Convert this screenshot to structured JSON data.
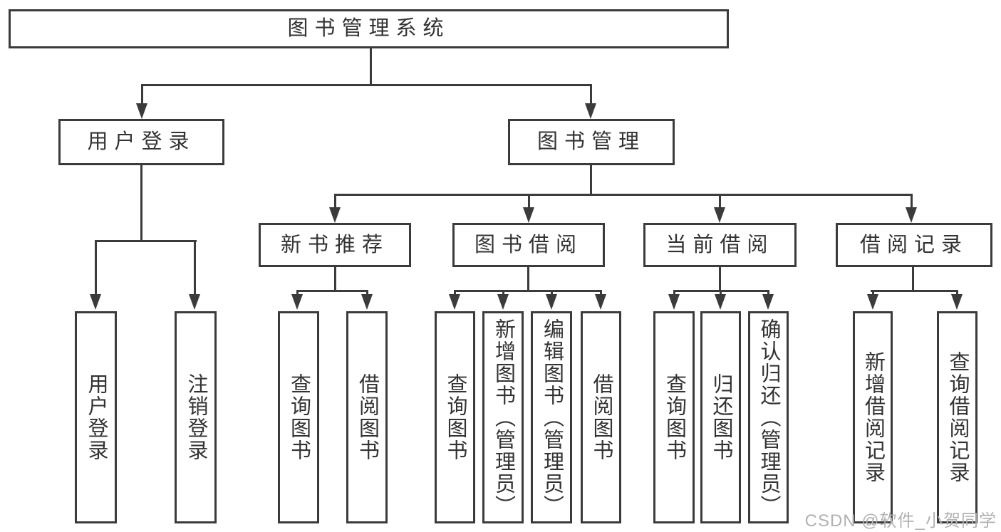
{
  "tree": {
    "root": "图书管理系统",
    "branches": [
      {
        "label": "用户登录",
        "children": [
          "用户登录",
          "注销登录"
        ]
      },
      {
        "label": "图书管理",
        "groups": [
          {
            "label": "新书推荐",
            "children": [
              "查询图书",
              "借阅图书"
            ]
          },
          {
            "label": "图书借阅",
            "children": [
              "查询图书",
              "新增图书（管理员）",
              "编辑图书（管理员）",
              "借阅图书"
            ]
          },
          {
            "label": "当前借阅",
            "children": [
              "查询图书",
              "归还图书",
              "确认归还（管理员）"
            ]
          },
          {
            "label": "借阅记录",
            "children": [
              "新增借阅记录",
              "查询借阅记录"
            ]
          }
        ]
      }
    ]
  },
  "watermark": "CSDN @软件_小贺同学",
  "colors": {
    "line": "#3b3b3b",
    "text": "#333333",
    "background": "#ffffff",
    "watermark": "#b2b2b2"
  }
}
